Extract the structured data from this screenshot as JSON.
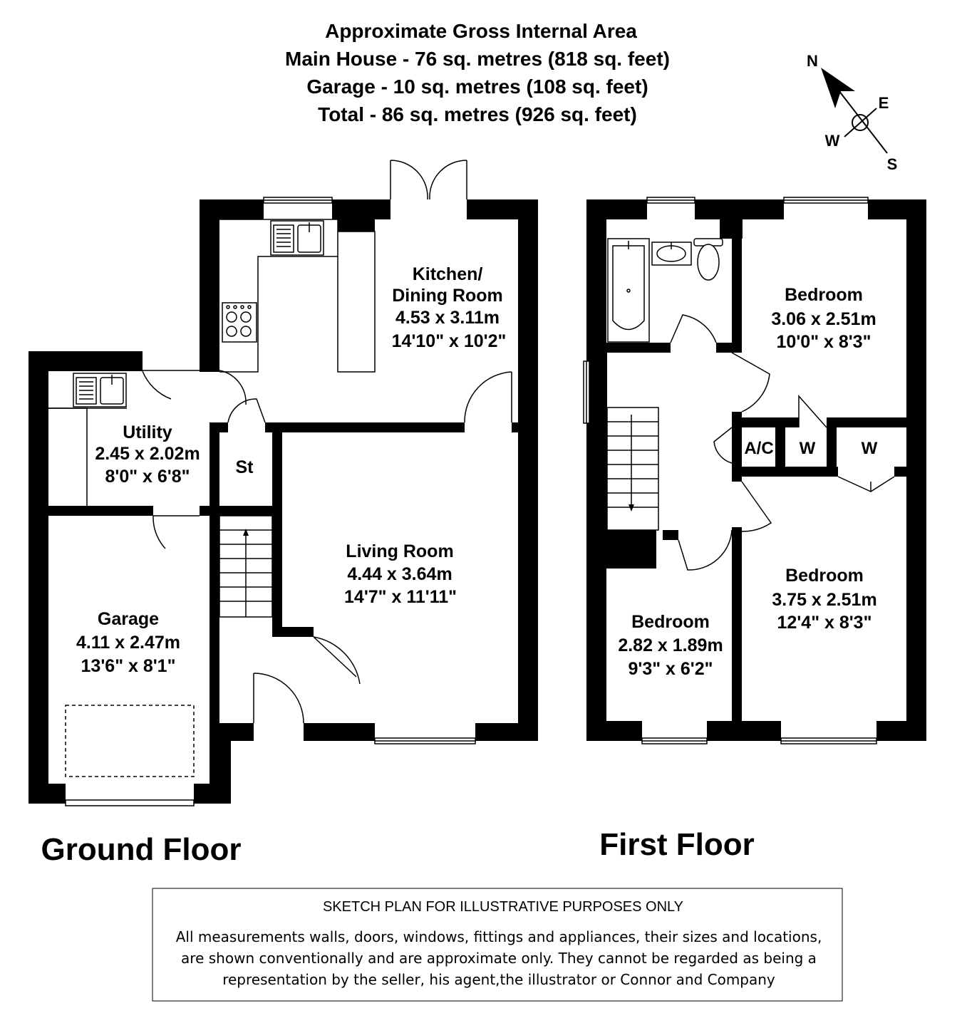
{
  "header": {
    "line1": "Approximate Gross Internal Area",
    "line2": "Main House - 76 sq. metres (818 sq. feet)",
    "line3": "Garage - 10 sq. metres (108 sq. feet)",
    "line4": "Total - 86 sq. metres (926 sq. feet)"
  },
  "compass": {
    "n": "N",
    "e": "E",
    "s": "S",
    "w": "W"
  },
  "ground_floor": {
    "title": "Ground Floor",
    "kitchen": {
      "name1": "Kitchen/",
      "name2": "Dining Room",
      "metric": "4.53 x 3.11m",
      "imperial": "14'10\" x 10'2\""
    },
    "utility": {
      "name": "Utility",
      "metric": "2.45 x 2.02m",
      "imperial": "8'0\" x 6'8\""
    },
    "store": {
      "name": "St"
    },
    "living": {
      "name": "Living Room",
      "metric": "4.44 x 3.64m",
      "imperial": "14'7\" x 11'11\""
    },
    "garage": {
      "name": "Garage",
      "metric": "4.11 x 2.47m",
      "imperial": "13'6\" x 8'1\""
    }
  },
  "first_floor": {
    "title": "First Floor",
    "bedroom1": {
      "name": "Bedroom",
      "metric": "3.06 x 2.51m",
      "imperial": "10'0\" x 8'3\""
    },
    "bedroom2": {
      "name": "Bedroom",
      "metric": "3.75 x 2.51m",
      "imperial": "12'4\" x 8'3\""
    },
    "bedroom3": {
      "name": "Bedroom",
      "metric": "2.82 x 1.89m",
      "imperial": "9'3\" x 6'2\""
    },
    "ac": "A/C",
    "wardrobe1": "W",
    "wardrobe2": "W"
  },
  "disclaimer": {
    "heading": "SKETCH PLAN FOR ILLUSTRATIVE PURPOSES ONLY",
    "line1": "All measurements walls, doors, windows, fittings and appliances, their sizes and locations,",
    "line2": "are shown conventionally and are approximate only. They cannot be regarded as being a",
    "line3": "representation by the seller, his agent,the illustrator or Connor and Company"
  }
}
